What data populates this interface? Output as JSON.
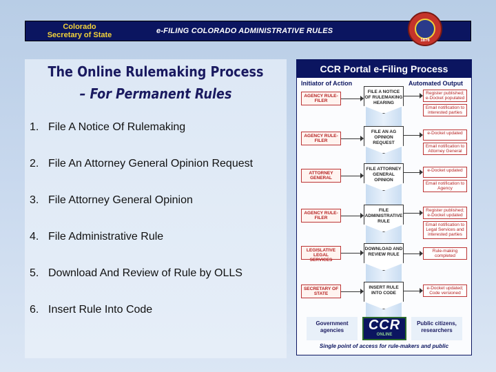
{
  "header": {
    "org_line1": "Colorado",
    "org_line2": "Secretary of State",
    "banner": "e-FILING COLORADO ADMINISTRATIVE RULES",
    "seal_year": "1876"
  },
  "left": {
    "title_line1": "The Online Rulemaking Process",
    "title_line2": "– For Permanent Rules",
    "steps": [
      {
        "num": "1.",
        "text": "File A Notice Of Rulemaking"
      },
      {
        "num": "2.",
        "text": "File An Attorney General Opinion Request"
      },
      {
        "num": "3.",
        "text": "File Attorney General Opinion"
      },
      {
        "num": "4.",
        "text": "File Administrative Rule"
      },
      {
        "num": "5.",
        "text": "Download And Review of Rule by OLLS"
      },
      {
        "num": "6.",
        "text": "Insert Rule Into Code"
      }
    ]
  },
  "flow": {
    "title": "CCR Portal e-Filing Process",
    "col_left": "Initiator of Action",
    "col_right": "Automated Output",
    "rows": [
      {
        "actor": "AGENCY RULE-FILER",
        "action": "FILE A NOTICE OF RULEMAKING HEARING",
        "outputs": [
          "Register published; e-Docket populated",
          "Email notification to interested parties"
        ]
      },
      {
        "actor": "AGENCY RULE-FILER",
        "action": "FILE AN AG OPINION REQUEST",
        "outputs": [
          "e-Docket updated",
          "Email notification to Attorney General"
        ]
      },
      {
        "actor": "ATTORNEY GENERAL",
        "action": "FILE ATTORNEY GENERAL OPINION",
        "outputs": [
          "e-Docket updated",
          "Email notification to Agency"
        ]
      },
      {
        "actor": "AGENCY RULE-FILER",
        "action": "FILE ADMINISTRATIVE RULE",
        "outputs": [
          "Register published; e-Docket updated",
          "Email notification to Legal Services and interested parties"
        ]
      },
      {
        "actor": "LEGISLATIVE LEGAL SERVICES",
        "action": "DOWNLOAD AND REVIEW RULE",
        "outputs": [
          "Rule-making completed"
        ]
      },
      {
        "actor": "SECRETARY OF STATE",
        "action": "INSERT RULE INTO CODE",
        "outputs": [
          "e-Docket updated; Code versioned"
        ]
      }
    ],
    "gov_label": "Government agencies",
    "pub_label": "Public citizens, researchers",
    "logo": "CCR",
    "logo_sub": "ONLINE",
    "tagline": "Single point of access for rule-makers and public"
  }
}
